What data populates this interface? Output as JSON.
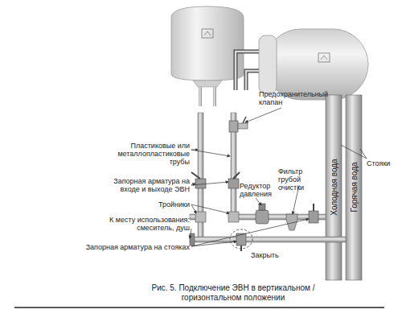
{
  "diagram": {
    "caption": "Рис. 5. Подключение ЭВН в вертикальном / горизонтальном положении",
    "labels": [
      "Предохранительный клапан",
      "Стояки",
      "Пластиковые или металлопластиковые трубы",
      "Запорная арматура на входе и выходе ЭВН",
      "Фильтр грубой очистки",
      "Редуктор давления",
      "Тройники",
      "К месту использования: смеситель, душ",
      "Запорная арматура на стояках",
      "Закрыть",
      "Холодная вода",
      "Горячая вода"
    ]
  }
}
